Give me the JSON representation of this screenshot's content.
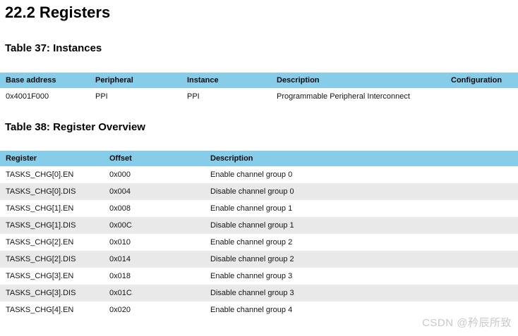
{
  "page": {
    "title": "22.2 Registers",
    "watermark": "CSDN @矜辰所致"
  },
  "colors": {
    "table_header_bg": "#87CDE9",
    "row_stripe_bg": "#E9E9E9",
    "watermark_text": "#C9C9C9"
  },
  "instances_table": {
    "caption": "Table 37: Instances",
    "headers": [
      "Base address",
      "Peripheral",
      "Instance",
      "Description",
      "Configuration"
    ],
    "rows": [
      [
        "0x4001F000",
        "PPI",
        "PPI",
        "Programmable Peripheral Interconnect",
        ""
      ]
    ]
  },
  "register_table": {
    "caption": "Table 38: Register Overview",
    "headers": [
      "Register",
      "Offset",
      "Description"
    ],
    "rows": [
      [
        "TASKS_CHG[0].EN",
        "0x000",
        "Enable channel group 0"
      ],
      [
        "TASKS_CHG[0].DIS",
        "0x004",
        "Disable channel group 0"
      ],
      [
        "TASKS_CHG[1].EN",
        "0x008",
        "Enable channel group 1"
      ],
      [
        "TASKS_CHG[1].DIS",
        "0x00C",
        "Disable channel group 1"
      ],
      [
        "TASKS_CHG[2].EN",
        "0x010",
        "Enable channel group 2"
      ],
      [
        "TASKS_CHG[2].DIS",
        "0x014",
        "Disable channel group 2"
      ],
      [
        "TASKS_CHG[3].EN",
        "0x018",
        "Enable channel group 3"
      ],
      [
        "TASKS_CHG[3].DIS",
        "0x01C",
        "Disable channel group 3"
      ],
      [
        "TASKS_CHG[4].EN",
        "0x020",
        "Enable channel group 4"
      ]
    ]
  }
}
